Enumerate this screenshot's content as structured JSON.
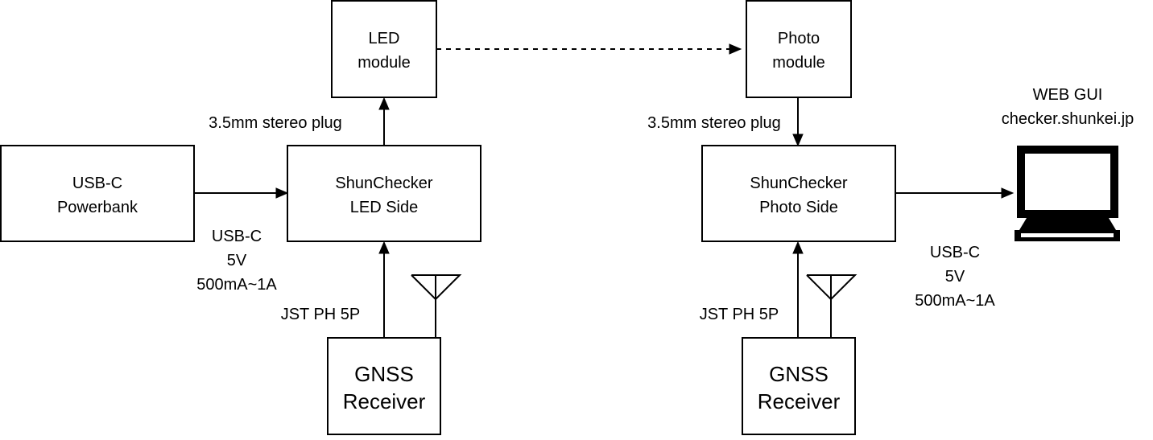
{
  "nodes": {
    "led_module": [
      "LED",
      "module"
    ],
    "photo_module": [
      "Photo",
      "module"
    ],
    "powerbank": [
      "USB-C",
      "Powerbank"
    ],
    "led_side": [
      "ShunChecker",
      "LED Side"
    ],
    "photo_side": [
      "ShunChecker",
      "Photo Side"
    ],
    "gnss_left": [
      "GNSS",
      "Receiver"
    ],
    "gnss_right": [
      "GNSS",
      "Receiver"
    ]
  },
  "labels": {
    "stereo_plug_left": "3.5mm stereo plug",
    "stereo_plug_right": "3.5mm stereo plug",
    "power_left": [
      "USB-C",
      "5V",
      "500mA~1A"
    ],
    "power_right": [
      "USB-C",
      "5V",
      "500mA~1A"
    ],
    "jst_left": "JST PH 5P",
    "jst_right": "JST PH 5P",
    "web_gui": [
      "WEB GUI",
      "checker.shunkei.jp"
    ]
  },
  "icons": {
    "antenna_left": "antenna-icon",
    "antenna_right": "antenna-icon",
    "monitor": "computer-monitor-icon"
  }
}
